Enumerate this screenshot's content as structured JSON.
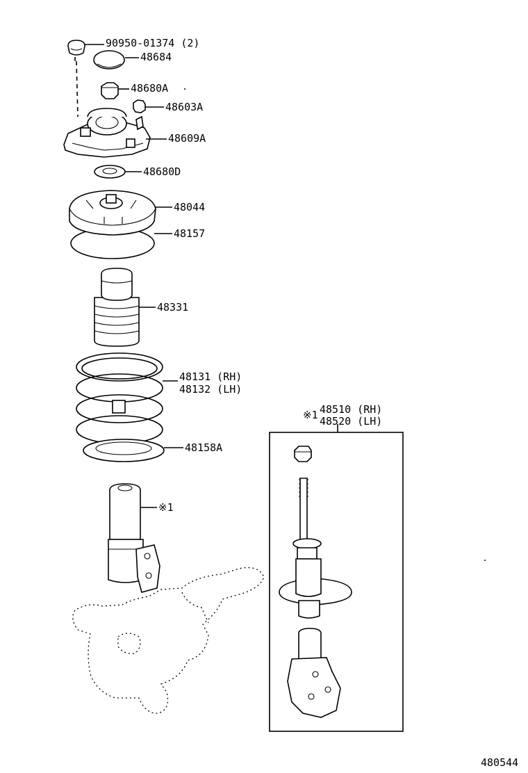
{
  "diagram_id": "480544",
  "callouts": {
    "bolt_cap": "90950-01374 (2)",
    "cap": "48684",
    "nut_a": "48680A",
    "nut_small": "48603A",
    "support": "48609A",
    "bearing": "48680D",
    "upper_seat": "48044",
    "insulator": "48157",
    "bumper": "48331",
    "spring_rh": "48131 (RH)",
    "spring_lh": "48132 (LH)",
    "lower_insulator": "48158A",
    "shock_ref": "※1",
    "assy_ref": "※1",
    "assy_rh": "48510 (RH)",
    "assy_lh": "48520 (LH)"
  }
}
